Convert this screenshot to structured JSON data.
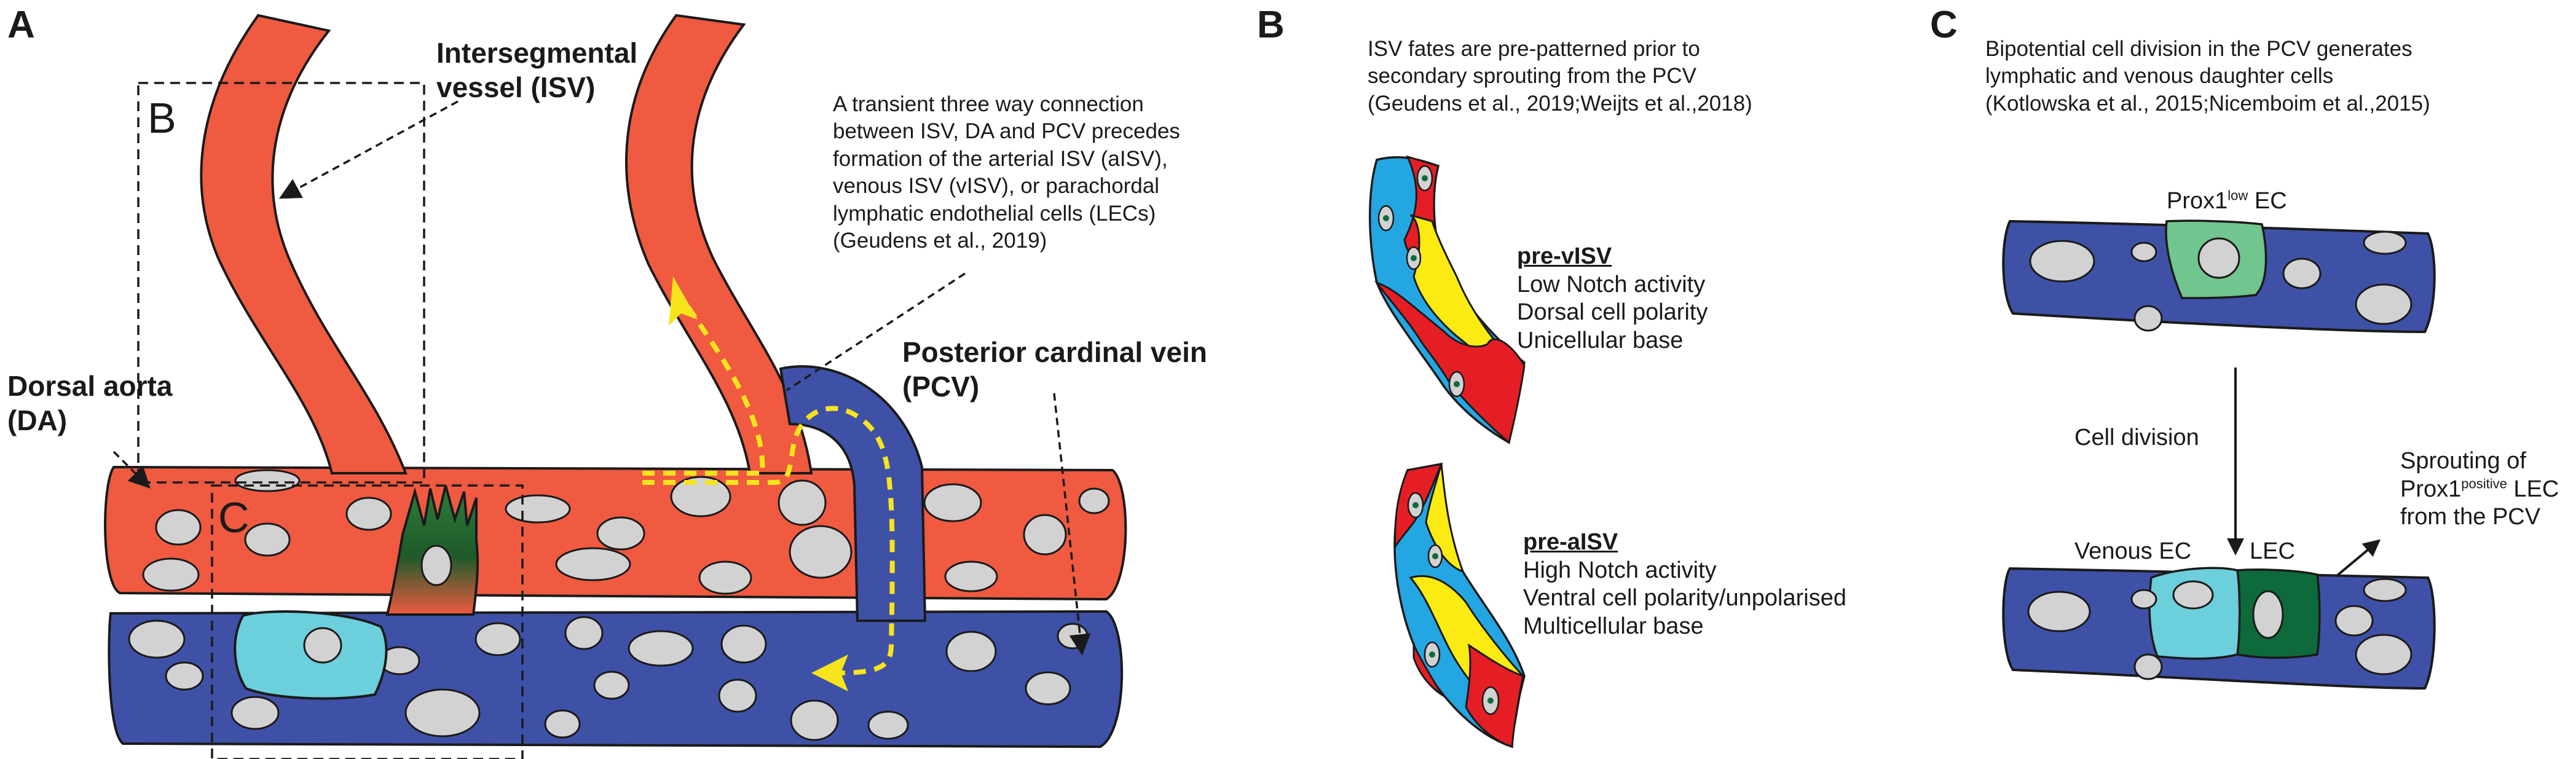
{
  "panelA": {
    "letter": "A",
    "box_b_letter": "B",
    "box_c_letter": "C",
    "isv_label_line1": "Intersegmental",
    "isv_label_line2": "vessel (ISV)",
    "da_label_line1": "Dorsal aorta",
    "da_label_line2": "(DA)",
    "pcv_label_line1": "Posterior cardinal vein",
    "pcv_label_line2": "(PCV)",
    "connection_note": [
      "A transient three way connection",
      "between ISV, DA and PCV precedes",
      "formation of the arterial ISV (aISV),",
      "venous ISV (vISV), or parachordal",
      "lymphatic endothelial cells (LECs)",
      "(Geudens et al., 2019)"
    ]
  },
  "panelB": {
    "letter": "B",
    "heading": [
      "ISV fates are pre-patterned prior to",
      "secondary sprouting from the PCV",
      "(Geudens et al., 2019;Weijts et al.,2018)"
    ],
    "pre_visv": {
      "title": "pre-vISV",
      "lines": [
        "Low Notch activity",
        "Dorsal cell polarity",
        "Unicellular base"
      ]
    },
    "pre_aisv": {
      "title": "pre-aISV",
      "lines": [
        "High Notch activity",
        "Ventral cell polarity/unpolarised",
        "Multicellular base"
      ]
    }
  },
  "panelC": {
    "letter": "C",
    "heading": [
      "Bipotential cell division in the PCV generates",
      "lymphatic and venous daughter cells",
      "(Kotlowska et al., 2015;Nicemboim et al.,2015)"
    ],
    "prox1_low_base": "Prox1",
    "prox1_low_sup": "low",
    "prox1_low_suffix": " EC",
    "cell_division": "Cell division",
    "venous_ec": "Venous EC",
    "lec": "LEC",
    "sprouting_line1": "Sprouting of",
    "sprouting_prox1": "Prox1",
    "sprouting_sup": "positive",
    "sprouting_suffix": " LEC",
    "sprouting_line3": "from the PCV"
  },
  "colors": {
    "artery": "#ef5a40",
    "artery_stroke": "#1a1a1a",
    "vein": "#3f51a6",
    "nucleus": "#d2d2d2",
    "yellow_path": "#f6e51b",
    "cell_blue": "#24a6e2",
    "cell_red": "#e51e25",
    "cell_yellow": "#fbeb13",
    "lec_dark_green": "#0e6a3a",
    "prox_low_green": "#71c58e",
    "venous_cyan": "#6bcfdc"
  }
}
